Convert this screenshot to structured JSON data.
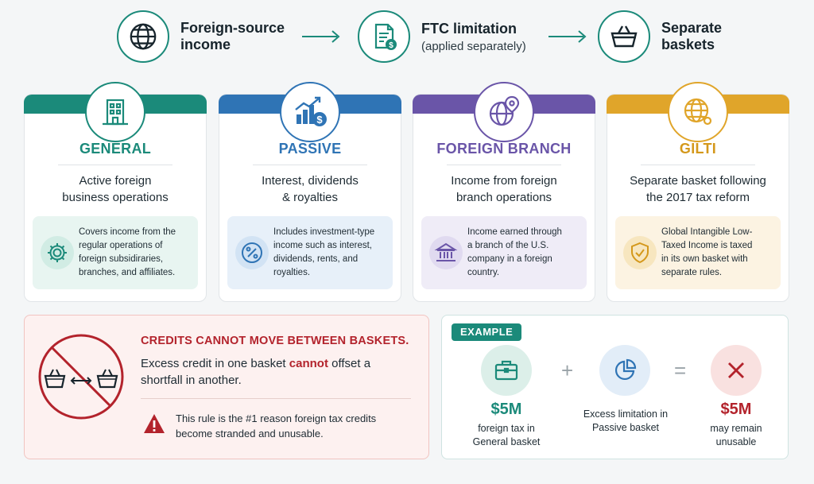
{
  "colors": {
    "teal": "#1b8a7a",
    "general": "#1b8a7a",
    "passive": "#2f74b5",
    "branch": "#6a55a8",
    "gilti": "#e0a52a",
    "warning_red": "#b3232c"
  },
  "flow": [
    {
      "icon": "globe-icon",
      "title": "Foreign-source\nincome",
      "subtitle": ""
    },
    {
      "icon": "document-dollar-icon",
      "title": "FTC limitation",
      "subtitle": "(applied separately)"
    },
    {
      "icon": "basket-icon",
      "title": "Separate\nbaskets",
      "subtitle": ""
    }
  ],
  "baskets": [
    {
      "title": "GENERAL",
      "color": "#1b8a7a",
      "icon": "building-icon",
      "description": "Active foreign\nbusiness operations",
      "detail_icon": "gear-icon",
      "detail": "Covers income from the\nregular operations of\nforeign subsidiraries,\nbranches, and affiliates."
    },
    {
      "title": "PASSIVE",
      "color": "#2f74b5",
      "icon": "bar-chart-dollar-icon",
      "description": "Interest, dividends\n& royalties",
      "detail_icon": "percent-icon",
      "detail": "Includes investment-type\nincome such as interest,\ndividends, rents, and\nroyalties."
    },
    {
      "title": "FOREIGN BRANCH",
      "color": "#6a55a8",
      "icon": "globe-pin-icon",
      "description": "Income from foreign\nbranch operations",
      "detail_icon": "bank-icon",
      "detail": "Income earned through\na branch of the U.S.\ncompany in a foreign\ncountry."
    },
    {
      "title": "GILTI",
      "color": "#e0a52a",
      "icon": "globe-network-icon",
      "description": "Separate basket following\nthe 2017 tax reform",
      "detail_icon": "shield-check-icon",
      "detail": "Global Intangible Low-\nTaxed Income is taxed\nin its own basket with\nseparate rules."
    }
  ],
  "warning": {
    "icon": "no-transfer-baskets-icon",
    "headline": "CREDITS CANNOT MOVE BETWEEN BASKETS.",
    "body_before": "Excess credit in one basket ",
    "body_highlight": "cannot",
    "body_after": " offset a shortfall in another.",
    "alert_icon": "warning-triangle-icon",
    "note": "This rule is the #1 reason foreign tax credits\nbecome stranded and unusable."
  },
  "example": {
    "tag": "EXAMPLE",
    "items": [
      {
        "icon": "briefcase-icon",
        "amount": "$5M",
        "caption": "foreign tax in\nGeneral basket"
      },
      {
        "icon": "pie-chart-icon",
        "amount": "",
        "caption": "Excess limitation in\nPassive basket"
      },
      {
        "icon": "x-icon",
        "amount": "$5M",
        "caption": "may remain\nunusable"
      }
    ],
    "plus": "+",
    "equals": "="
  }
}
